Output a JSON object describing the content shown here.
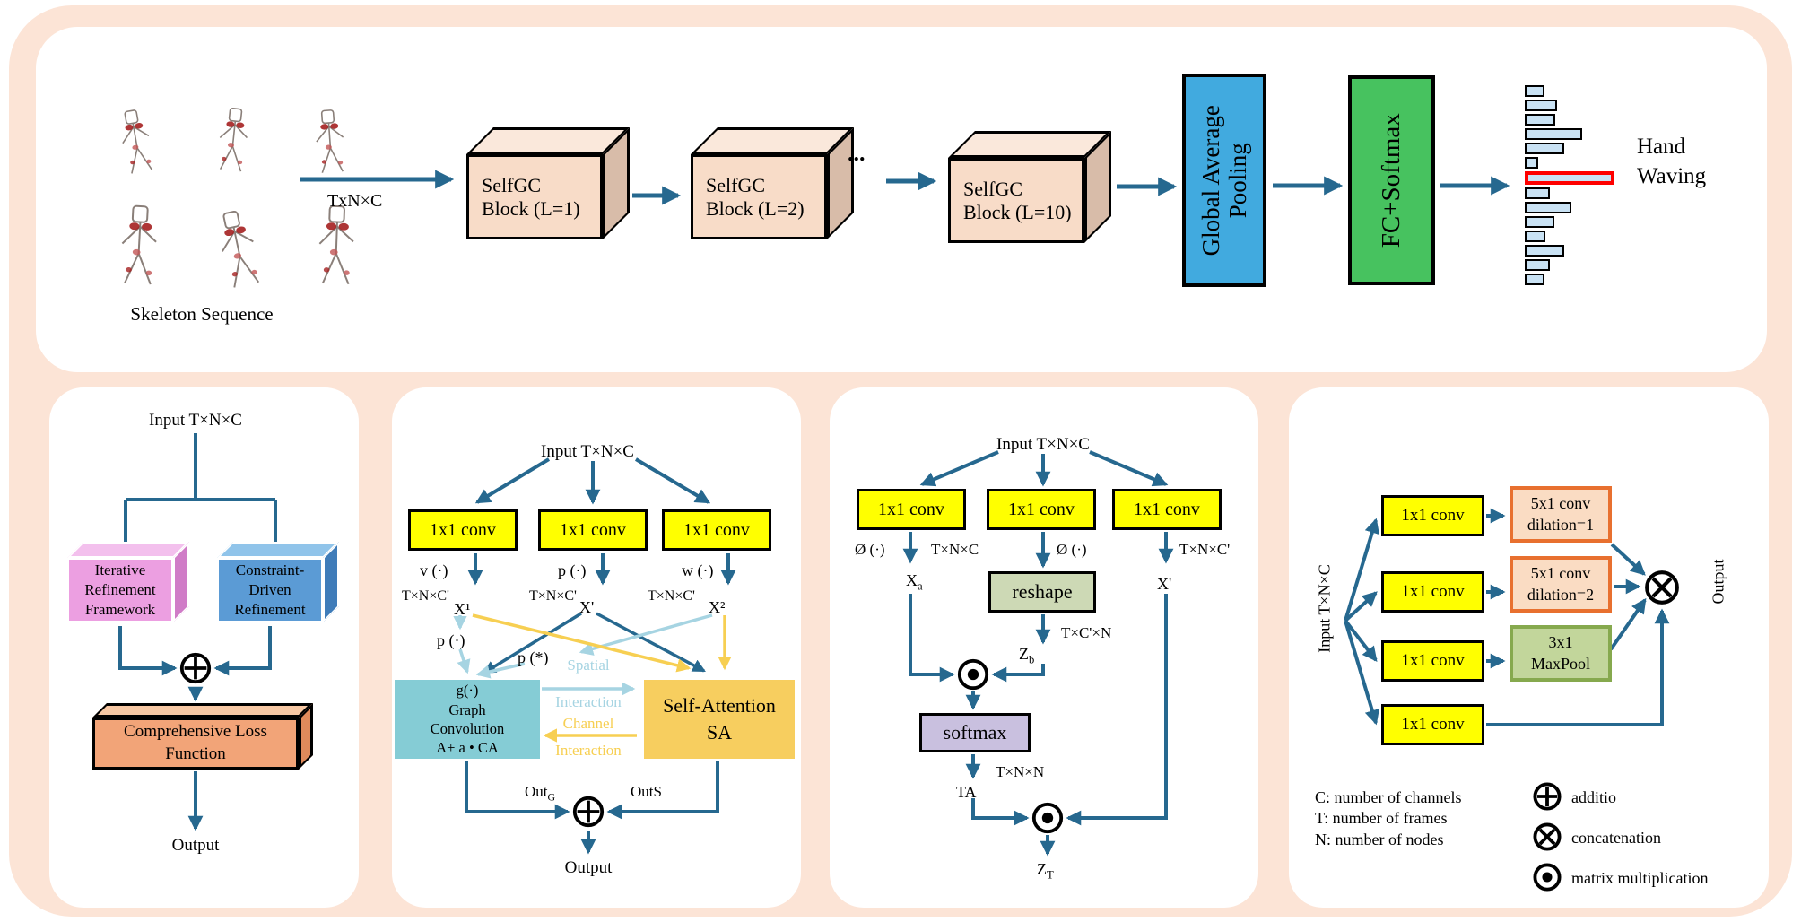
{
  "top": {
    "caption": "Skeleton Sequence",
    "flow_label": "TxN×C",
    "blocks": [
      {
        "l1": "SelfGC",
        "l2": "Block (L=1)"
      },
      {
        "l1": "SelfGC",
        "l2": "Block (L=2)"
      },
      {
        "l1": "SelfGC",
        "l2": "Block (L=10)"
      }
    ],
    "dots": "...",
    "gap": {
      "line1": "Global Average",
      "line2": "Pooling"
    },
    "fc": "FC+Softmax",
    "pred": {
      "line1": "Hand",
      "line2": "Waving"
    },
    "chart": {
      "bar_widths": [
        22,
        36,
        34,
        64,
        44,
        15,
        100,
        28,
        52,
        33,
        23,
        44,
        28,
        22
      ],
      "highlight_index": 6
    }
  },
  "p1": {
    "input": "Input T×N×C",
    "iterative": [
      "Iterative",
      "Refinement",
      "Framework"
    ],
    "constraint": [
      "Constraint-",
      "Driven",
      "Refinement"
    ],
    "loss": [
      "Comprehensive Loss",
      "Function"
    ],
    "output": "Output"
  },
  "p2": {
    "input": "Input T×N×C",
    "conv": "1x1 conv",
    "v": "v (·)",
    "p": "p (·)",
    "w": "w (·)",
    "dim": "T×N×C'",
    "x1": "X¹",
    "xp": "X'",
    "x2": "X²",
    "p_dot": "p (·)",
    "p_star": "p (*)",
    "spatial": [
      "Spatial",
      "Interaction"
    ],
    "channel": [
      "Channel",
      "Interaction"
    ],
    "gc": [
      "g(·)",
      "Graph",
      "Convolution",
      "A+ a • CA"
    ],
    "sa": [
      "Self-Attention",
      "SA"
    ],
    "outg": {
      "base": "Out",
      "sub": "G"
    },
    "outs": "OutS",
    "output": "Output"
  },
  "p3": {
    "input": "Input T×N×C",
    "conv": "1x1 conv",
    "phi": "Ø (·)",
    "dim1": "T×N×C",
    "dim2": "T×C'×N",
    "dim3": "T×N×C'",
    "dim4": "T×N×N",
    "xa": {
      "base": "X",
      "sub": "a"
    },
    "zb": {
      "base": "Z",
      "sub": "b"
    },
    "xp": "X'",
    "reshape": "reshape",
    "softmax": "softmax",
    "ta": "TA",
    "zt": {
      "base": "Z",
      "sub": "T"
    }
  },
  "p4": {
    "input": "Input T×N×C",
    "conv": "1x1 conv",
    "d1": [
      "5x1 conv",
      "dilation=1"
    ],
    "d2": [
      "5x1 conv",
      "dilation=2"
    ],
    "mp": [
      "3x1",
      "MaxPool"
    ],
    "output": "Output"
  },
  "legend": {
    "c": "C: number of channels",
    "t": "T: number of frames",
    "n": "N: number of nodes",
    "add": "additio",
    "concat": "concatenation",
    "matmul": "matrix multiplication"
  }
}
